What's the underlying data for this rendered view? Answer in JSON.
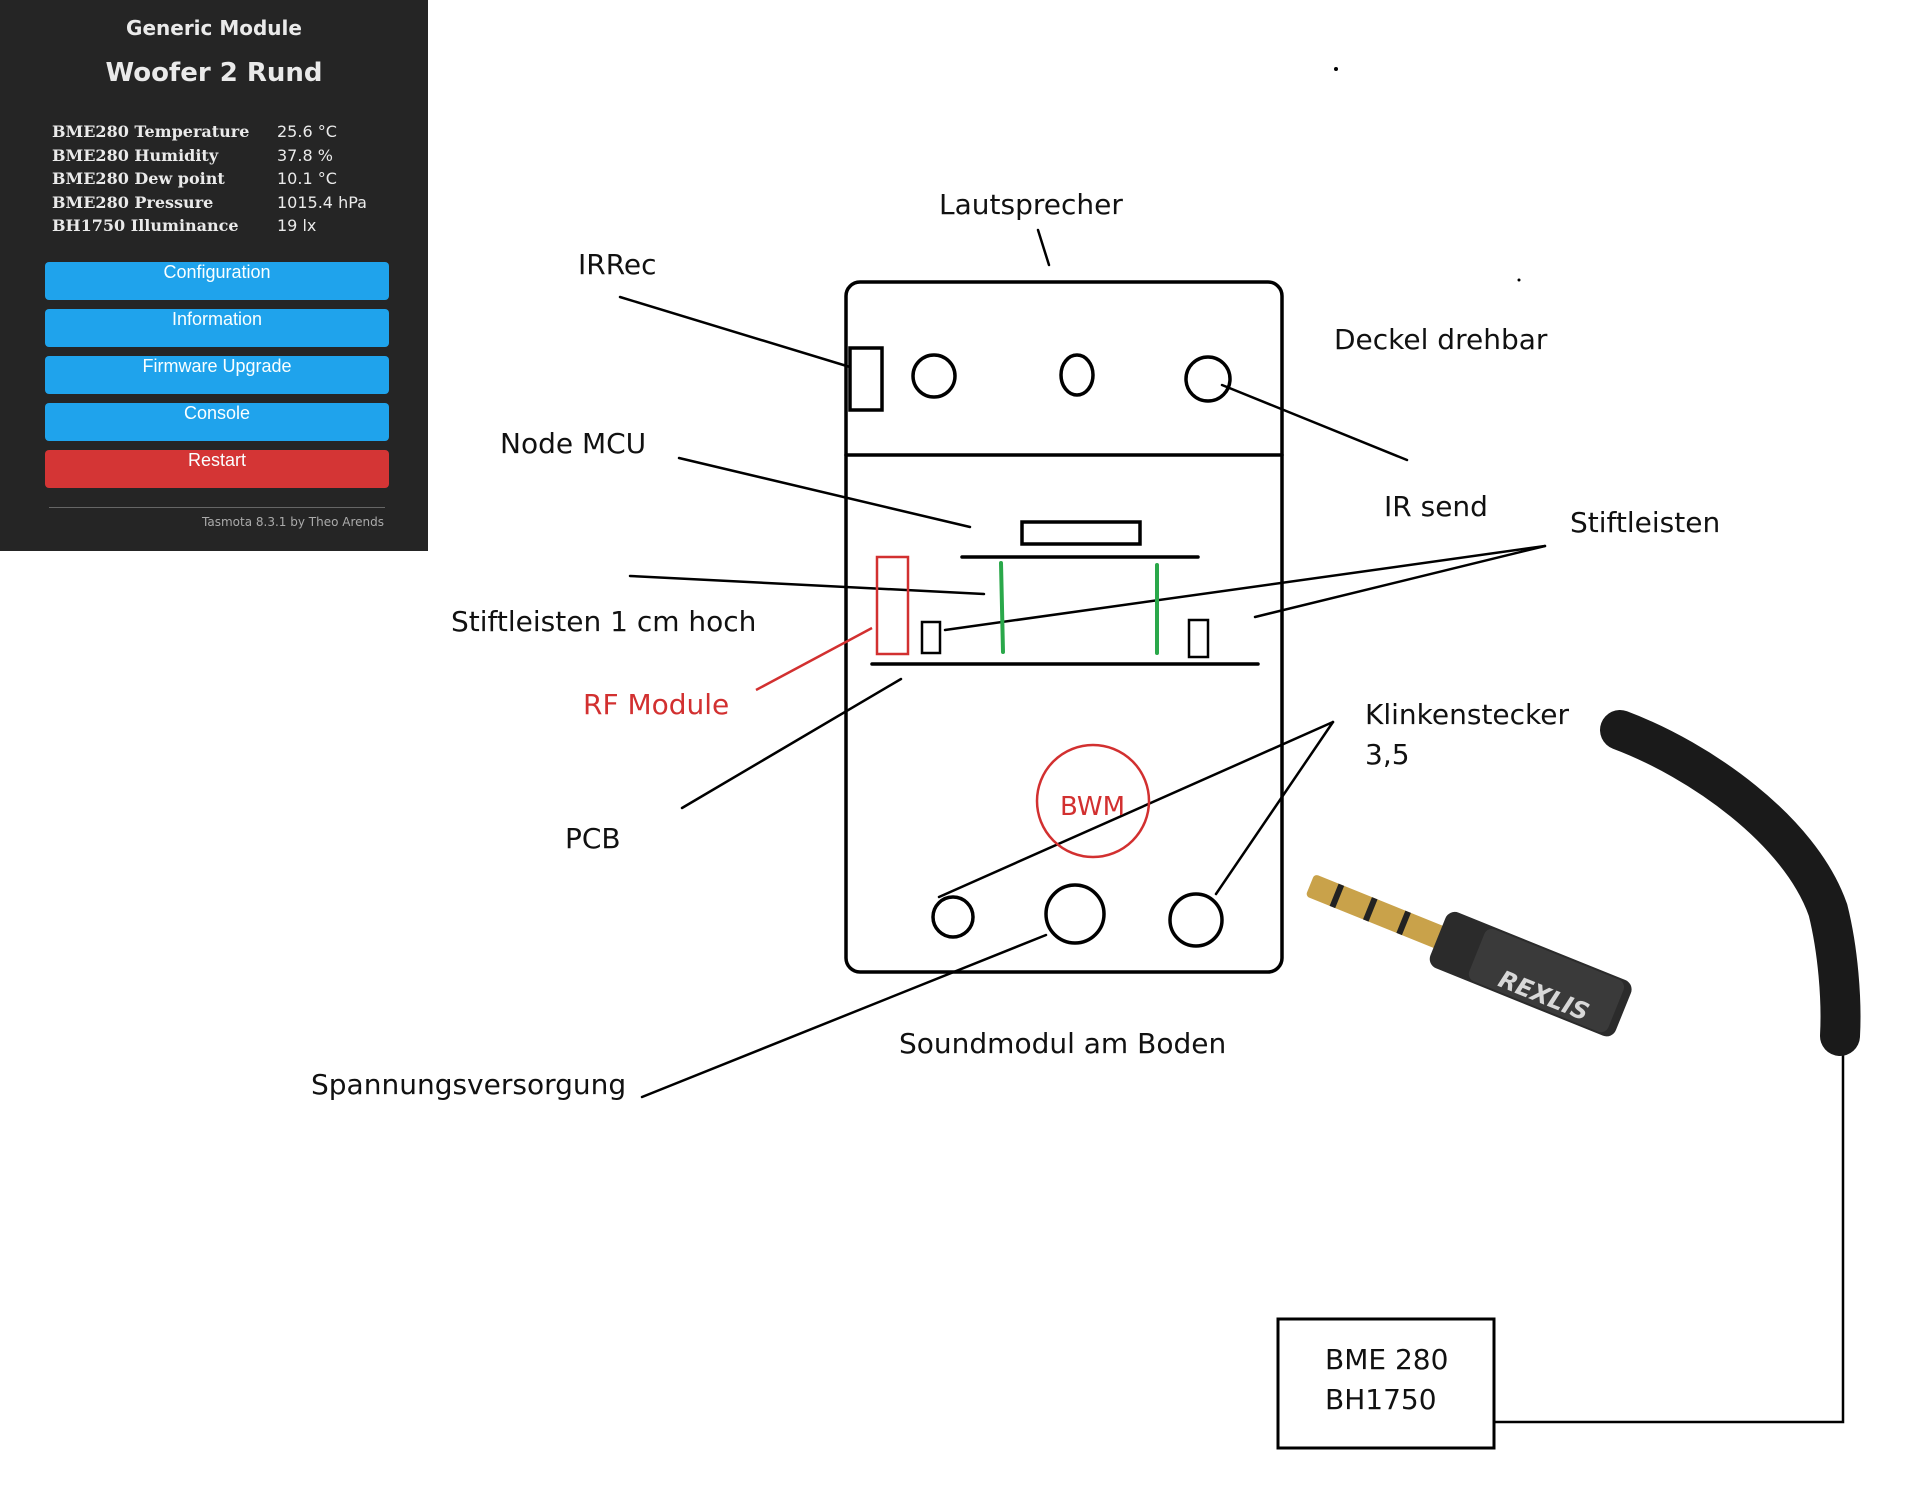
{
  "tasmota": {
    "module": "Generic Module",
    "device": "Woofer 2 Rund",
    "sensors": [
      {
        "label": "BME280 Temperature",
        "value": "25.6 °C"
      },
      {
        "label": "BME280 Humidity",
        "value": "37.8 %"
      },
      {
        "label": "BME280 Dew point",
        "value": "10.1 °C"
      },
      {
        "label": "BME280 Pressure",
        "value": "1015.4 hPa"
      },
      {
        "label": "BH1750 Illuminance",
        "value": "19 lx"
      }
    ],
    "buttons": {
      "configuration": "Configuration",
      "information": "Information",
      "firmware": "Firmware Upgrade",
      "console": "Console",
      "restart": "Restart"
    },
    "footer": "Tasmota 8.3.1 by Theo Arends",
    "colors": {
      "panel": "#252525",
      "button": "#1fa3ec",
      "restart": "#d43535"
    }
  },
  "labels": {
    "lautsprecher": "Lautsprecher",
    "irrec": "IRRec",
    "deckel": "Deckel drehbar",
    "node_mcu": "Node MCU",
    "ir_send": "IR send",
    "stiftleisten": "Stiftleisten",
    "stiftleisten_hoch": "Stiftleisten 1 cm hoch",
    "rf_module": "RF Module",
    "pcb": "PCB",
    "klinken_1": "Klinkenstecker",
    "klinken_2": "3,5",
    "bwm": "BWM",
    "soundmodul": "Soundmodul am Boden",
    "spannung": "Spannungsversorgung",
    "bme": "BME 280",
    "bh": "BH1750",
    "rexlis": "REXLIS"
  },
  "colors": {
    "line": "#000000",
    "rf": "#d23030",
    "header_pins": "#2aa84a",
    "cable": "#1a1a1a",
    "gold": "#c9a24a"
  }
}
